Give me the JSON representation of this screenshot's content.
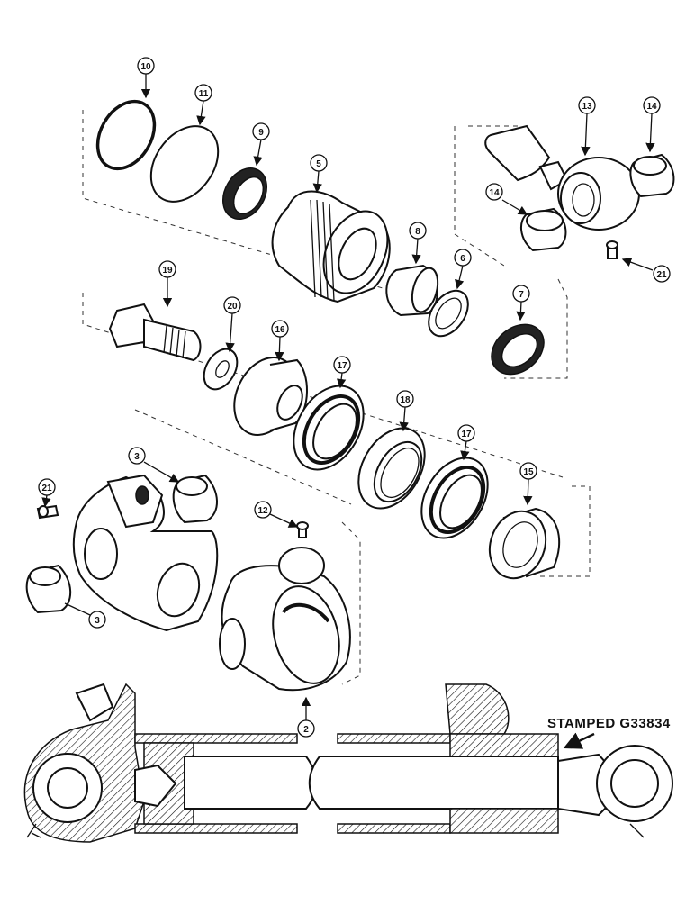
{
  "callouts": [
    {
      "id": "c10",
      "label": "10"
    },
    {
      "id": "c11",
      "label": "11"
    },
    {
      "id": "c9",
      "label": "9"
    },
    {
      "id": "c5",
      "label": "5"
    },
    {
      "id": "c13",
      "label": "13"
    },
    {
      "id": "c14a",
      "label": "14"
    },
    {
      "id": "c14b",
      "label": "14"
    },
    {
      "id": "c21a",
      "label": "21"
    },
    {
      "id": "c8",
      "label": "8"
    },
    {
      "id": "c6",
      "label": "6"
    },
    {
      "id": "c7",
      "label": "7"
    },
    {
      "id": "c19",
      "label": "19"
    },
    {
      "id": "c20",
      "label": "20"
    },
    {
      "id": "c16",
      "label": "16"
    },
    {
      "id": "c17a",
      "label": "17"
    },
    {
      "id": "c18",
      "label": "18"
    },
    {
      "id": "c17b",
      "label": "17"
    },
    {
      "id": "c15",
      "label": "15"
    },
    {
      "id": "c3a",
      "label": "3"
    },
    {
      "id": "c21b",
      "label": "21"
    },
    {
      "id": "c12",
      "label": "12"
    },
    {
      "id": "c3b",
      "label": "3"
    },
    {
      "id": "c2",
      "label": "2"
    }
  ],
  "stamp_label": "STAMPED G33834"
}
